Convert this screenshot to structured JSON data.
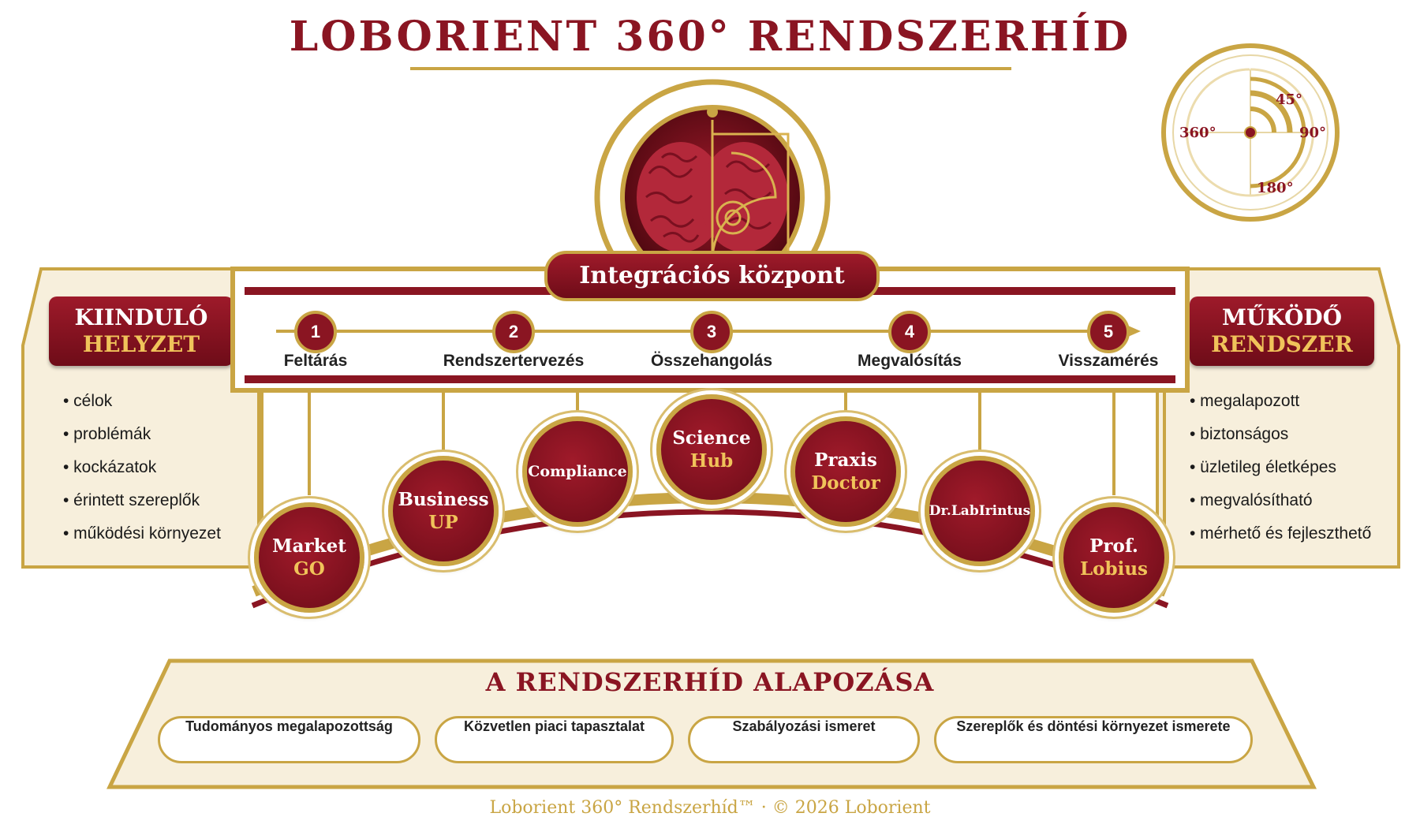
{
  "title": "LOBORIENT 360° RENDSZERHÍD",
  "hub": {
    "label": "Integrációs központ"
  },
  "dial": {
    "labels": [
      "45°",
      "90°",
      "180°",
      "360°"
    ]
  },
  "left_panel": {
    "heading_line1": "KIINDULÓ",
    "heading_line2": "HELYZET",
    "items": [
      "• célok",
      "• problémák",
      "• kockázatok",
      "• érintett szereplők",
      "• működési környezet"
    ]
  },
  "right_panel": {
    "heading_line1": "MŰKÖDŐ",
    "heading_line2": "RENDSZER",
    "items": [
      "• megalapozott",
      "• biztonságos",
      "• üzletileg életképes",
      "• megvalósítható",
      "• mérhető és fejleszthető"
    ]
  },
  "steps": [
    {
      "num": "1",
      "label": "Feltárás"
    },
    {
      "num": "2",
      "label": "Rendszertervezés"
    },
    {
      "num": "3",
      "label": "Összehangolás"
    },
    {
      "num": "4",
      "label": "Megvalósítás"
    },
    {
      "num": "5",
      "label": "Visszamérés"
    }
  ],
  "modules": [
    {
      "line1": "Market",
      "line2": "GO"
    },
    {
      "line1": "Business",
      "line2": "UP"
    },
    {
      "line1": "Compliance",
      "line2": ""
    },
    {
      "line1": "Science",
      "line2": "Hub"
    },
    {
      "line1": "Praxis",
      "line2": "Doctor"
    },
    {
      "line1": "Dr.LabIrintus",
      "line2": ""
    },
    {
      "line1": "Prof.",
      "line2": "Lobius"
    }
  ],
  "foundation": {
    "title": "A RENDSZERHÍD ALAPOZÁSA",
    "pillars": [
      "Tudományos megalapozottság",
      "Közvetlen piaci tapasztalat",
      "Szabályozási ismeret",
      "Szereplők és döntési környezet ismerete"
    ]
  },
  "footer": "Loborient 360° Rendszerhíd™ · © 2026 Loborient",
  "colors": {
    "burgundy": "#8a1522",
    "gold": "#c9a544",
    "cream": "#f7efdc"
  },
  "icons": {
    "center": "brain-golden-spiral-icon",
    "dial": "360-degree-dial-icon"
  }
}
